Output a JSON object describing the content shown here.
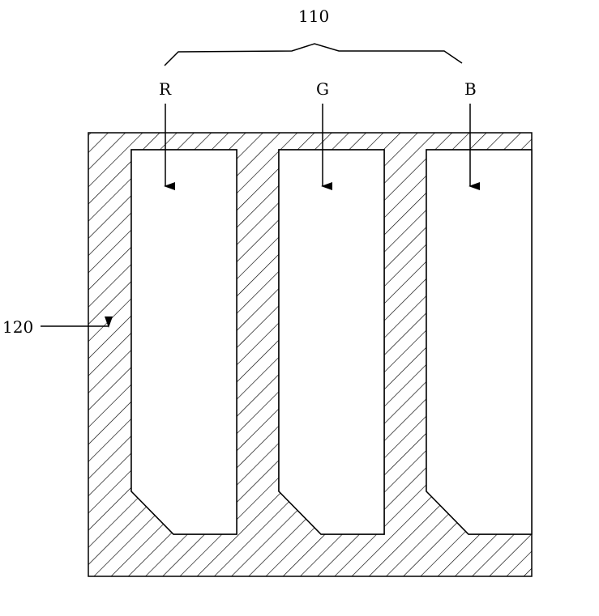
{
  "labels": {
    "group": "110",
    "panel": "120",
    "r": "R",
    "g": "G",
    "b": "B"
  },
  "colors": {
    "stroke": "#000000",
    "hatch": "#000000",
    "background": "#ffffff"
  }
}
